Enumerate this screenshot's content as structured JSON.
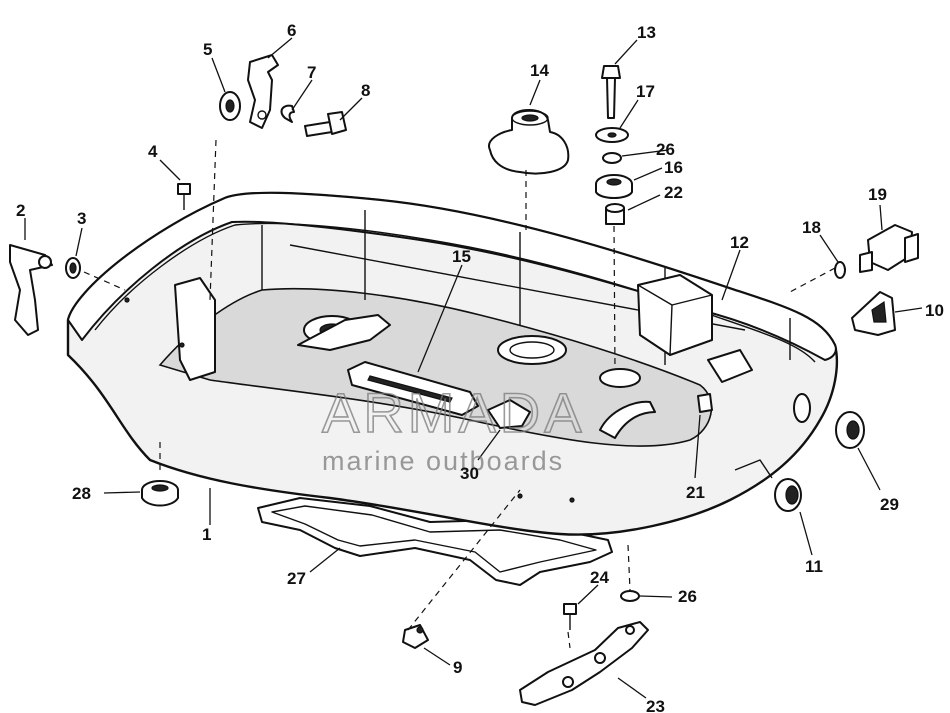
{
  "watermark": {
    "brand": "ARMADA",
    "tagline": "marine outboards",
    "logo_color": "#d8a3c4",
    "text_color": "#7a7a7a"
  },
  "callouts": [
    "1",
    "2",
    "3",
    "4",
    "5",
    "6",
    "7",
    "8",
    "9",
    "10",
    "11",
    "12",
    "13",
    "14",
    "15",
    "16",
    "17",
    "18",
    "19",
    "21",
    "22",
    "23",
    "24",
    "26",
    "26",
    "27",
    "28",
    "29",
    "30"
  ]
}
